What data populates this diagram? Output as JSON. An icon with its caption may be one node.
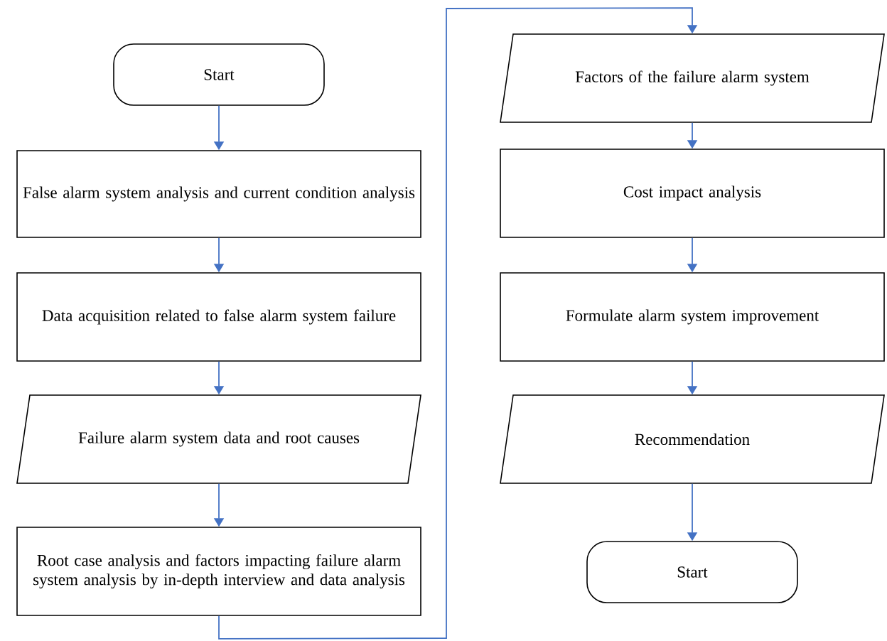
{
  "diagram": {
    "nodes": [
      {
        "text": [
          "Start"
        ]
      },
      {
        "text": [
          "False alarm system analysis and current condition analysis"
        ]
      },
      {
        "text": [
          "Data acquisition related to false alarm system failure"
        ]
      },
      {
        "text": [
          "Failure alarm system data and root causes"
        ]
      },
      {
        "text": [
          "Root case analysis and factors impacting failure alarm system analysis by in-depth interview and data analysis"
        ]
      },
      {
        "text": [
          "Factors of the failure alarm system"
        ]
      },
      {
        "text": [
          "Cost impact analysis"
        ]
      },
      {
        "text": [
          "Formulate alarm system improvement"
        ]
      },
      {
        "text": [
          "Recommendation"
        ]
      },
      {
        "text": [
          "Start"
        ]
      }
    ],
    "edges": [
      {
        "from": 0,
        "to": 1,
        "arrow": "to"
      },
      {
        "from": 1,
        "to": 2,
        "arrow": "to"
      },
      {
        "from": 2,
        "to": 3,
        "arrow": "to"
      },
      {
        "from": 3,
        "to": 4,
        "arrow": "to"
      },
      {
        "from": 4,
        "to": 5,
        "arrow": "to"
      },
      {
        "from": 5,
        "to": 6,
        "arrow": "to"
      },
      {
        "from": 6,
        "to": 7,
        "arrow": "to"
      },
      {
        "from": 7,
        "to": 8,
        "arrow": "to"
      },
      {
        "from": 8,
        "to": 9,
        "arrow": "to"
      }
    ]
  }
}
